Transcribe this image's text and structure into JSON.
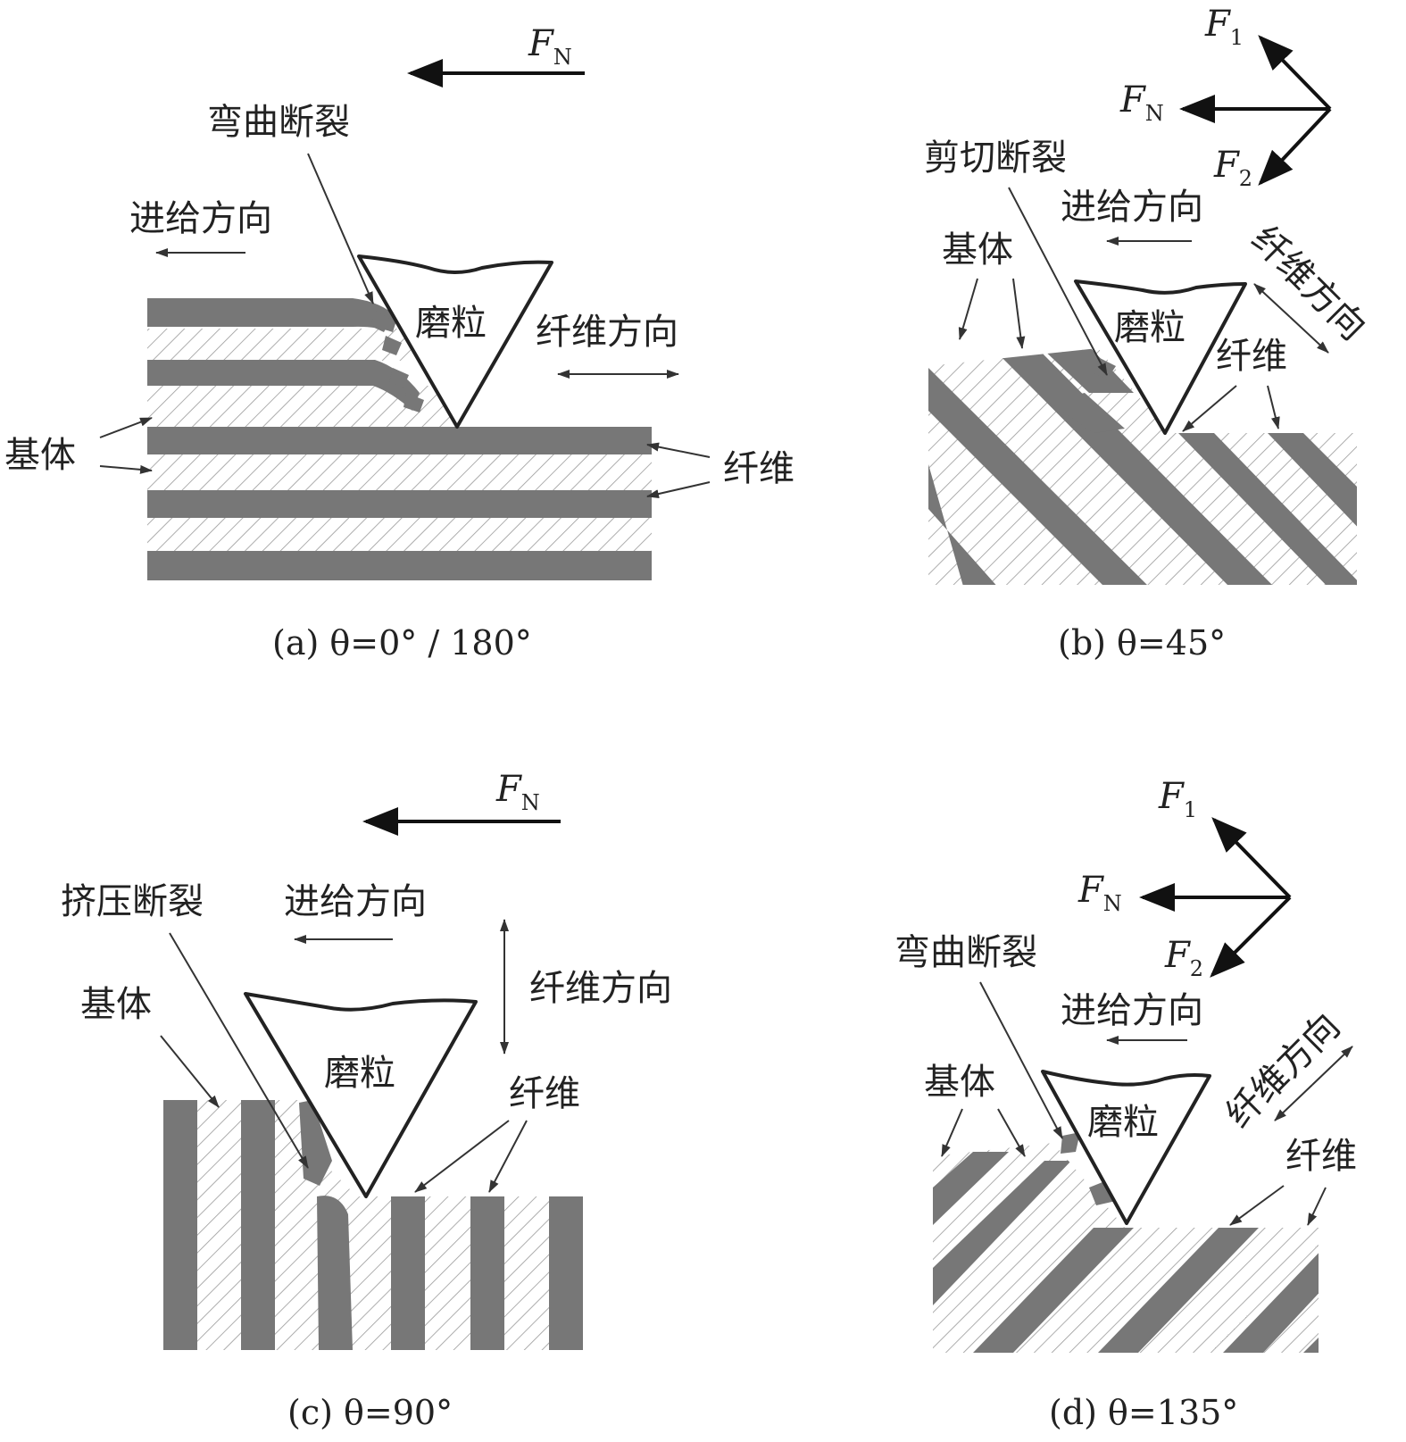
{
  "panels": [
    {
      "id": "a",
      "caption": "(a) θ=0° / 180°",
      "labels": {
        "fracture": "弯曲断裂",
        "feed_dir": "进给方向",
        "grain": "磨粒",
        "fiber_dir": "纤维方向",
        "matrix": "基体",
        "fiber": "纤维"
      },
      "forces": {
        "fn": "F",
        "fn_sub": "N"
      }
    },
    {
      "id": "b",
      "caption": "(b) θ=45°",
      "labels": {
        "fracture": "剪切断裂",
        "feed_dir": "进给方向",
        "grain": "磨粒",
        "fiber_dir": "纤维方向",
        "matrix": "基体",
        "fiber": "纤维"
      },
      "forces": {
        "f1": "F",
        "f1_sub": "1",
        "fn": "F",
        "fn_sub": "N",
        "f2": "F",
        "f2_sub": "2"
      }
    },
    {
      "id": "c",
      "caption": "(c) θ=90°",
      "labels": {
        "fracture": "挤压断裂",
        "feed_dir": "进给方向",
        "grain": "磨粒",
        "fiber_dir": "纤维方向",
        "matrix": "基体",
        "fiber": "纤维"
      },
      "forces": {
        "fn": "F",
        "fn_sub": "N"
      }
    },
    {
      "id": "d",
      "caption": "(d) θ=135°",
      "labels": {
        "fracture": "弯曲断裂",
        "feed_dir": "进给方向",
        "grain": "磨粒",
        "fiber_dir": "纤维方向",
        "matrix": "基体",
        "fiber": "纤维"
      },
      "forces": {
        "f1": "F",
        "f1_sub": "1",
        "fn": "F",
        "fn_sub": "N",
        "f2": "F",
        "f2_sub": "2"
      }
    }
  ]
}
